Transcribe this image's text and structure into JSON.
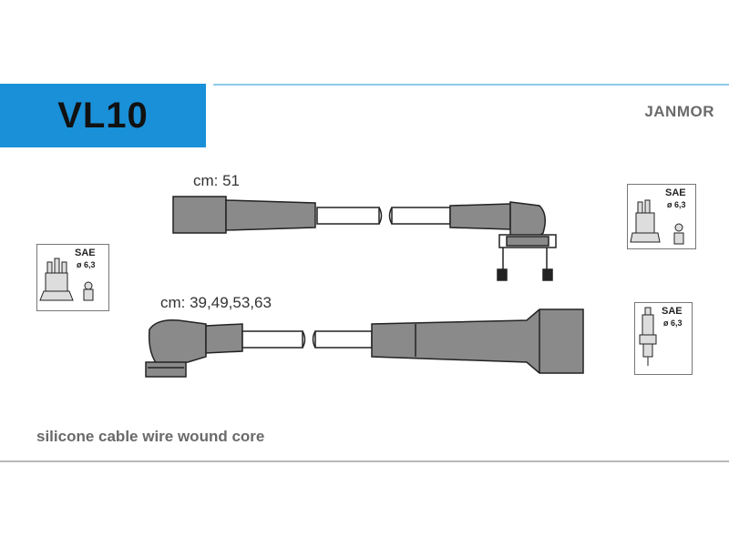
{
  "product": {
    "code": "VL10",
    "brand": "JANMOR"
  },
  "cables": [
    {
      "length_label": "cm: 51"
    },
    {
      "length_label": "cm: 39,49,53,63"
    }
  ],
  "connectors": {
    "standard_label": "SAE",
    "diameter_label": "ø 6,3"
  },
  "description": "silicone cable wire wound core",
  "colors": {
    "header_blue": "#1a90d8",
    "rule_light_blue": "#8ccbe6",
    "cable_gray": "#8a8a8a",
    "outline": "#222222"
  }
}
